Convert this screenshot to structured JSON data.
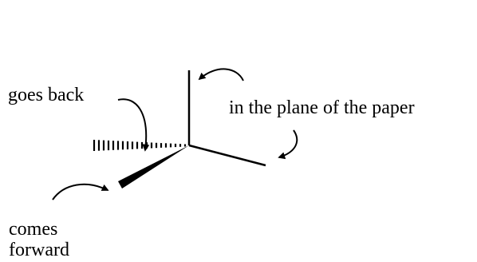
{
  "labels": {
    "goes_back": "goes back",
    "in_plane": "in the plane of the paper",
    "comes_forward_line1": "comes",
    "comes_forward_line2": "forward"
  },
  "colors": {
    "ink": "#000000",
    "background": "#ffffff"
  },
  "bonds": [
    {
      "name": "plain-bond-up",
      "style": "plain line"
    },
    {
      "name": "plain-bond-right",
      "style": "plain line"
    },
    {
      "name": "hashed-wedge-bond",
      "style": "hashed wedge"
    },
    {
      "name": "solid-wedge-bond",
      "style": "solid wedge"
    }
  ]
}
